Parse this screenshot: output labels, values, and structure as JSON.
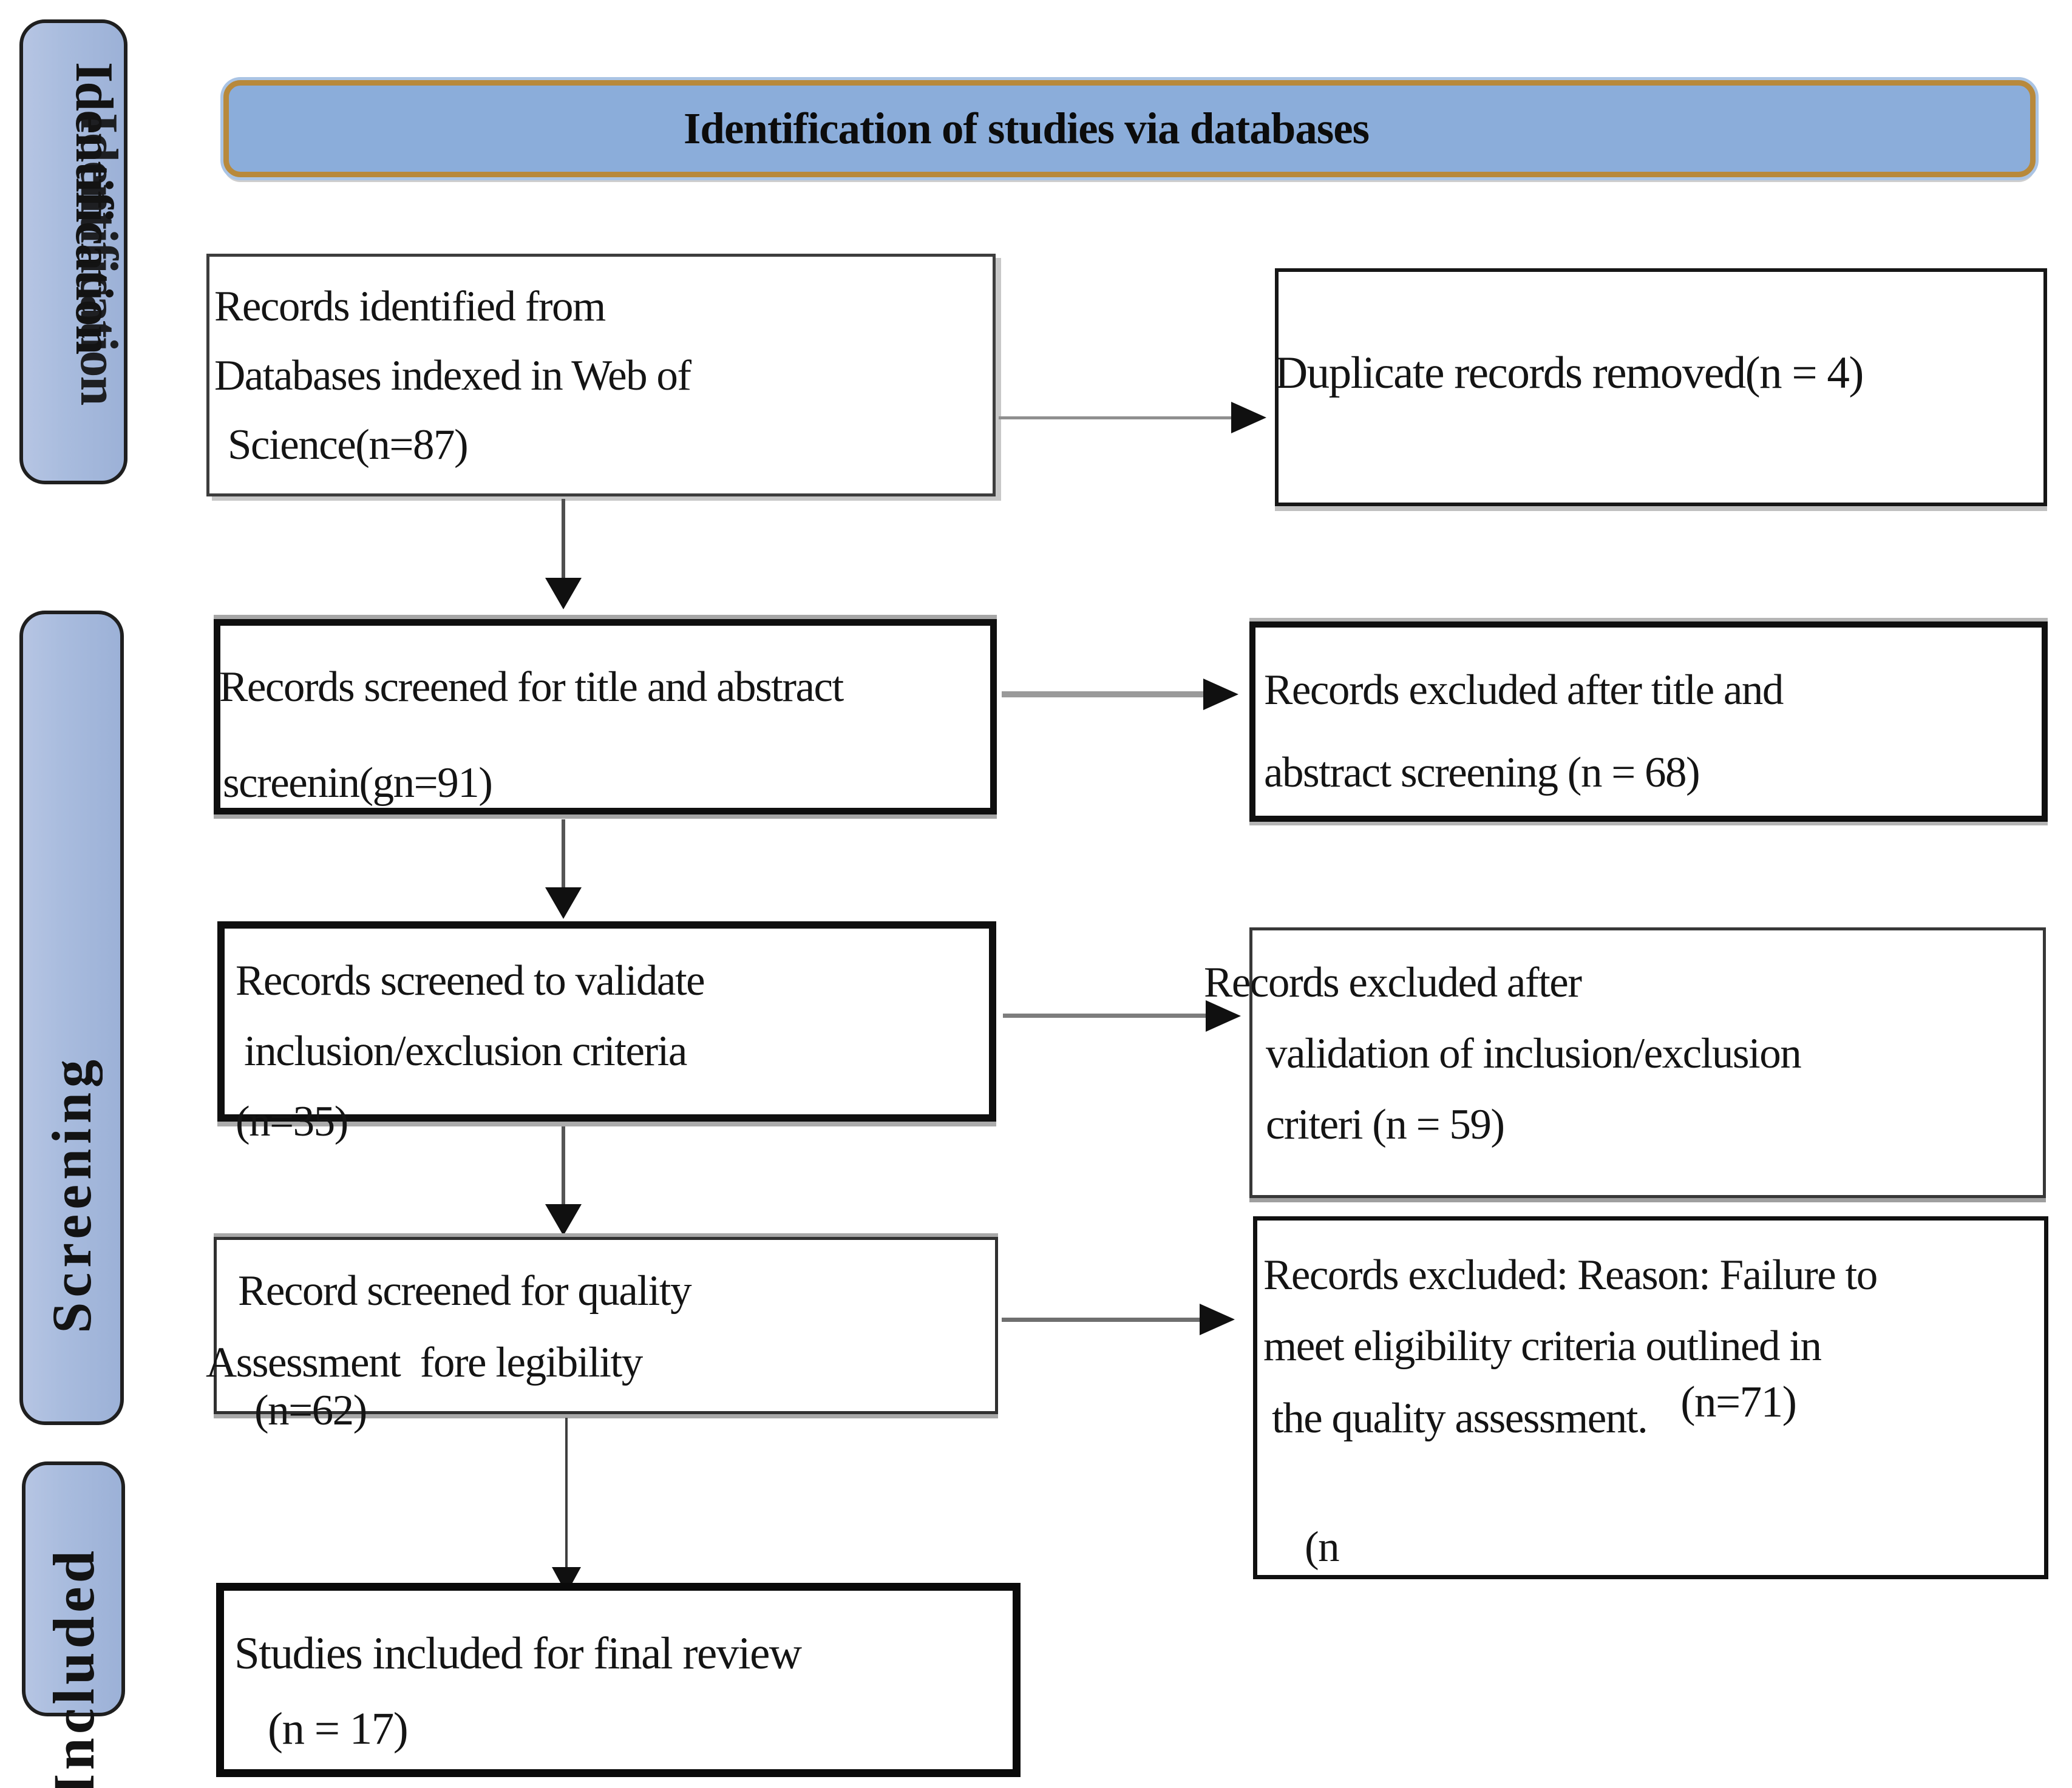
{
  "header": {
    "title": "Identification of studies via databases"
  },
  "sidebar": {
    "identification": {
      "label": "Identification",
      "ghost": "Identification"
    },
    "screening": {
      "label": "Screening"
    },
    "included": {
      "label": "Included"
    }
  },
  "boxes": {
    "records_identified": {
      "lines": [
        "Records identified from",
        "Databases indexed in Web of",
        "Science(n=87)"
      ]
    },
    "duplicates_removed": {
      "lines": [
        "Duplicate records removed(n = 4)"
      ]
    },
    "title_abstract_screened": {
      "lines": [
        "Records screened for title and abstract",
        "screenin(gn=91)"
      ]
    },
    "excluded_title_abstract": {
      "lines": [
        "Records excluded after title and",
        "abstract screening (n = 68)"
      ]
    },
    "validate_criteria": {
      "lines": [
        "Records screened to validate",
        "inclusion/exclusion criteria",
        "(n=35)"
      ]
    },
    "excluded_validation": {
      "lines": [
        "Records excluded after",
        "validation of inclusion/exclusion",
        "criteri (n = 59)"
      ]
    },
    "quality_assessment": {
      "lines": [
        "Record screened for quality",
        "Assessment  fore legibility",
        "(n=62)"
      ]
    },
    "excluded_quality": {
      "lines": [
        "Records excluded: Reason: Failure to",
        "meet eligibility criteria outlined in",
        "the quality assessment."
      ],
      "suffix": "(n=71)",
      "orphan": "(n"
    },
    "included_final": {
      "lines": [
        "Studies included for final review",
        "(n = 17)"
      ]
    }
  },
  "colors": {
    "tab_fill": "#a9bcde",
    "tab_border": "#1f1f1f",
    "header_fill": "#8badda",
    "header_border": "#b8893b",
    "box_border": "#101010",
    "arrow_line": "#8f8f8f",
    "arrow_head": "#101010",
    "text": "#141414"
  }
}
